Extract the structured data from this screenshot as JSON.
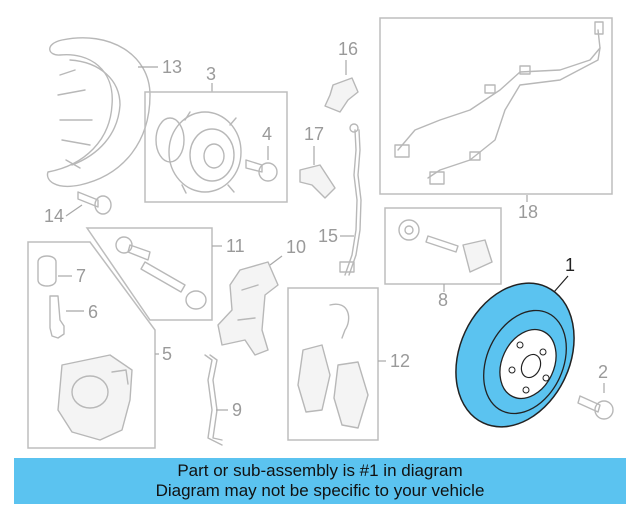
{
  "callouts": {
    "p1": "1",
    "p2": "2",
    "p3": "3",
    "p4": "4",
    "p5": "5",
    "p6": "6",
    "p7": "7",
    "p8": "8",
    "p9": "9",
    "p10": "10",
    "p11": "11",
    "p12": "12",
    "p13": "13",
    "p14": "14",
    "p15": "15",
    "p16": "16",
    "p17": "17",
    "p18": "18"
  },
  "banner": {
    "line1": "Part or sub-assembly is #1 in diagram",
    "line2": "Diagram may not be specific to your vehicle"
  },
  "colors": {
    "highlight": "#5bc3f0",
    "linework": "#b8b8b8",
    "banner_bg": "#5bc3f0"
  }
}
